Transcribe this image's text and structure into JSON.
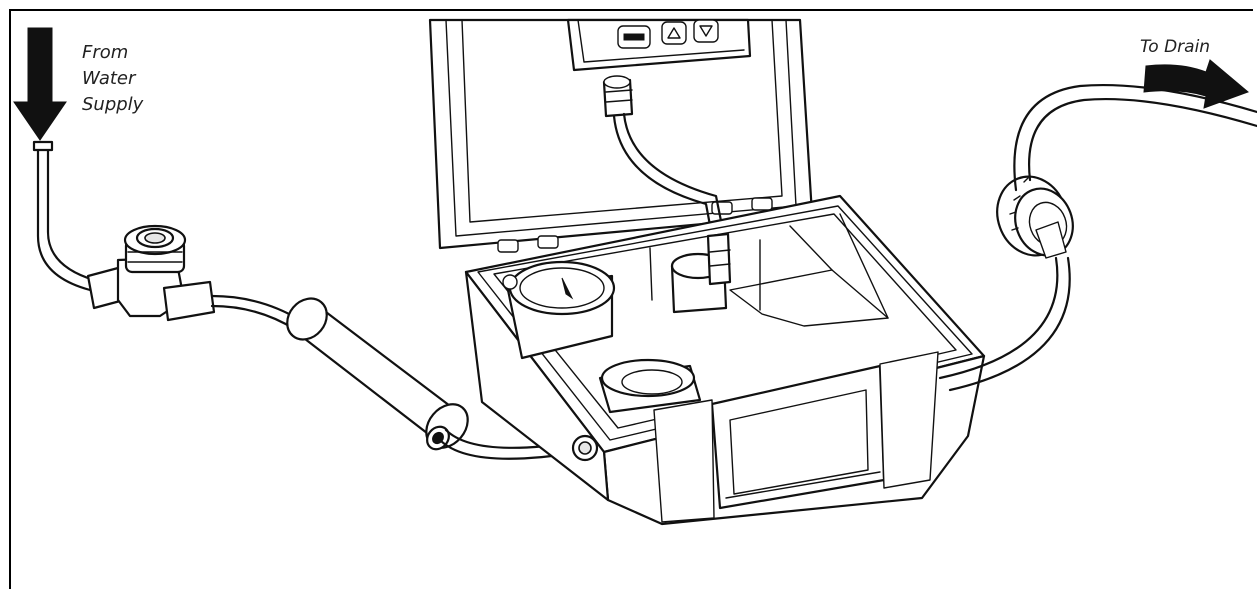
{
  "labels": {
    "source_lines": [
      "From",
      "Water",
      "Supply"
    ],
    "drain": "To Drain"
  },
  "colors": {
    "line": "#111111",
    "background": "#ffffff"
  }
}
